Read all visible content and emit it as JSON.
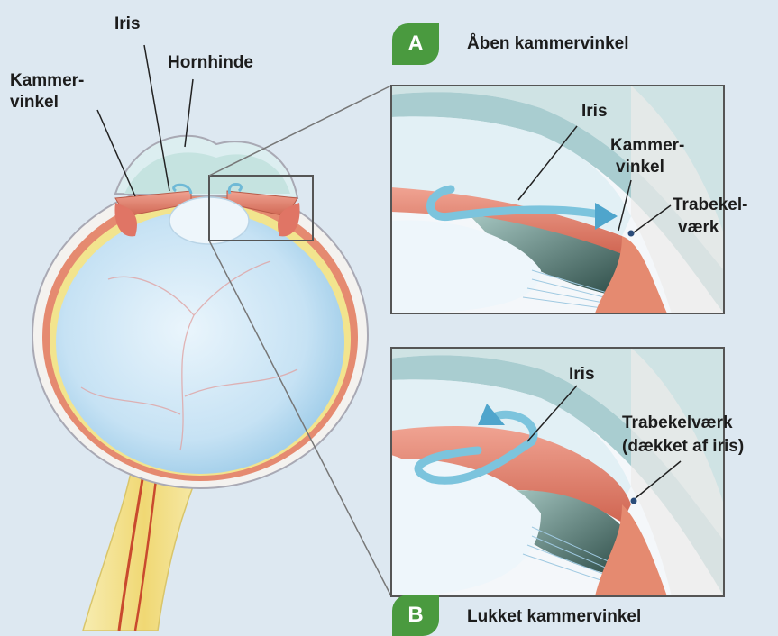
{
  "eye": {
    "label_iris": "Iris",
    "label_cornea": "Hornhinde",
    "label_angle_line1": "Kammer-",
    "label_angle_line2": "vinkel"
  },
  "panel_a": {
    "badge": "A",
    "title": "Åben kammervinkel",
    "label_iris": "Iris",
    "label_angle_line1": "Kammer-",
    "label_angle_line2": "vinkel",
    "label_trabecular_line1": "Trabekel-",
    "label_trabecular_line2": "værk"
  },
  "panel_b": {
    "badge": "B",
    "title": "Lukket kammervinkel",
    "label_iris": "Iris",
    "label_trabecular_line1": "Trabekelværk",
    "label_trabecular_line2": "(dækket af iris)"
  },
  "colors": {
    "background": "#dde8f1",
    "badge_green": "#4a9a3f",
    "iris_red": "#e07d6c",
    "vitreous_blue": "#cfe6f6",
    "fluid_blue": "#8ccde3",
    "sclera_yellow": "#f1e48b"
  }
}
